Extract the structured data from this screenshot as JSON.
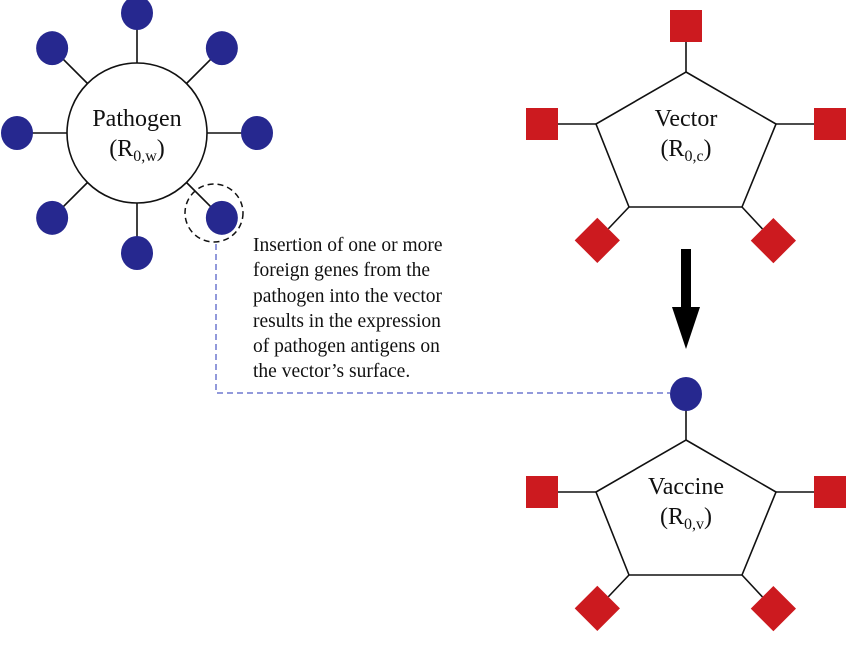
{
  "colors": {
    "antigen": "#26288f",
    "vector_protein": "#cc1a1f",
    "connector": "#6f79cf",
    "outline": "#111111"
  },
  "pathogen": {
    "name": "Pathogen",
    "r0_base": "(R",
    "r0_sub": "0,w",
    "r0_close": ")",
    "antigen_count": 8
  },
  "vector": {
    "name": "Vector",
    "r0_base": "(R",
    "r0_sub": "0,c",
    "r0_close": ")",
    "protein_count": 5
  },
  "vaccine": {
    "name": "Vaccine",
    "r0_base": "(R",
    "r0_sub": "0,v",
    "r0_close": ")",
    "protein_count": 4,
    "antigen_count": 1
  },
  "annotation": {
    "lines": [
      "Insertion of one or more",
      "foreign genes from the",
      "pathogen into the vector",
      "results in the expression",
      "of pathogen antigens on",
      "the vector’s surface."
    ]
  }
}
